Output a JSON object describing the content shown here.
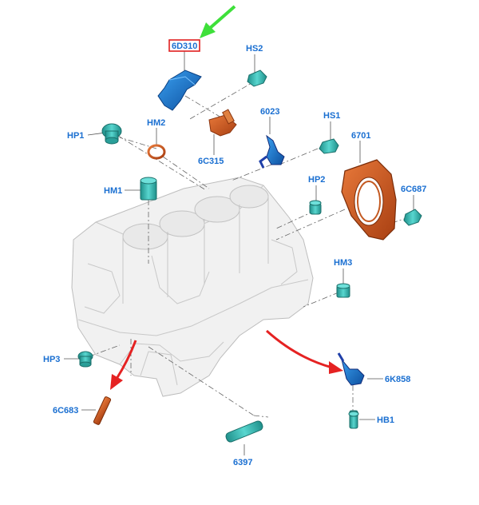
{
  "colors": {
    "label": "#1a6fd1",
    "highlight_box": "#e02020",
    "green_arrow": "#3ee03a",
    "red_arrow": "#e52222",
    "teal_part": "#35b9b3",
    "orange_part": "#d2591f",
    "blue_bracket": "#1f3fa8",
    "blue_shield": "#1a73c9",
    "block_fill": "#f2f2f2"
  },
  "labels": {
    "p6D310": "6D310",
    "HS2": "HS2",
    "HP1": "HP1",
    "HM2": "HM2",
    "p6C315": "6C315",
    "p6023": "6023",
    "HS1": "HS1",
    "p6701": "6701",
    "HM1": "HM1",
    "HP2": "HP2",
    "p6C687": "6C687",
    "HM3": "HM3",
    "HP3": "HP3",
    "p6K858": "6K858",
    "p6C683": "6C683",
    "HB1": "HB1",
    "p6397": "6397"
  }
}
